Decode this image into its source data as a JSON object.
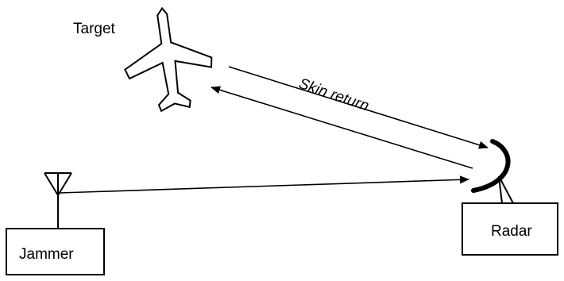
{
  "labels": {
    "target": "Target",
    "skin_return": "Skin return",
    "radar": "Radar",
    "jammer": "Jammer"
  },
  "colors": {
    "line": "#000000",
    "background": "#ffffff"
  }
}
